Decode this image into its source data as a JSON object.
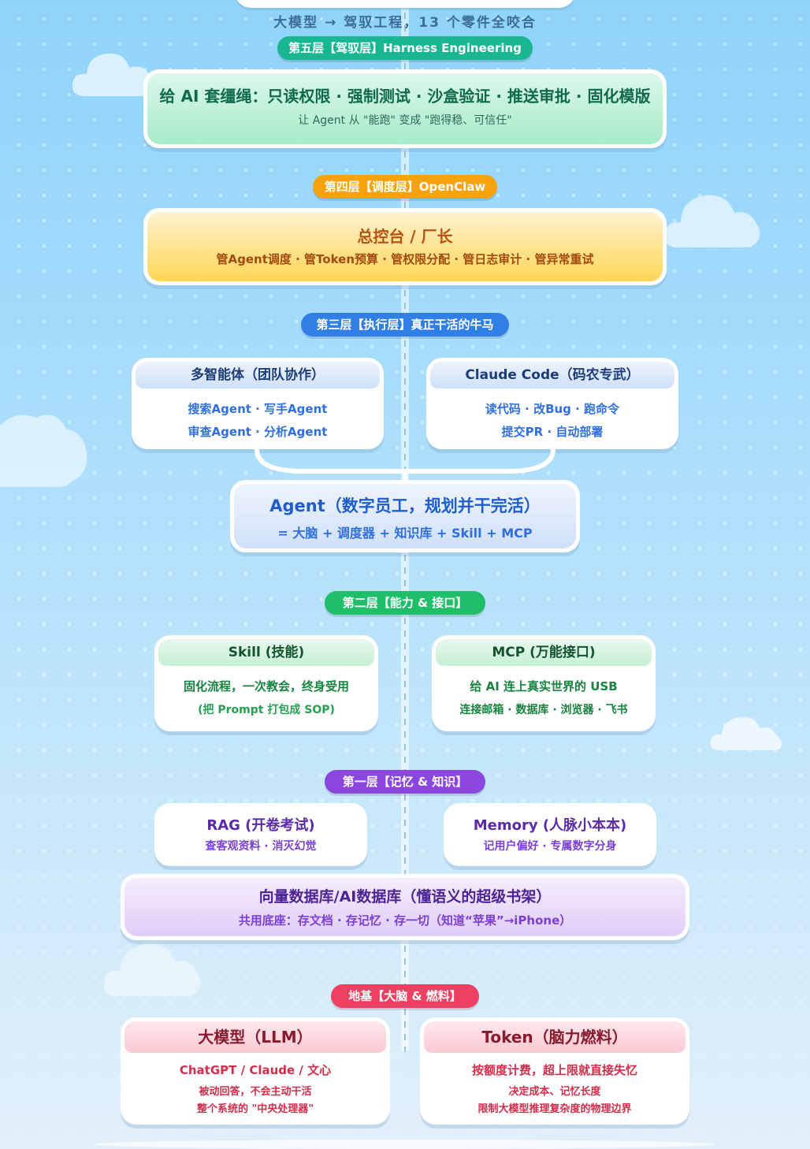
{
  "subtitle": "大模型 → 驾驭工程，13 个零件全咬合",
  "colors": {
    "layer5": "#18b792",
    "layer4": "#f5a20d",
    "layer3": "#2f7fe6",
    "layer2": "#1fbf6a",
    "layer1": "#8c46e0",
    "base": "#ee4060"
  },
  "layer5": {
    "label": "第五层【驾驭层】Harness Engineering",
    "title": "给 AI 套缰绳：只读权限 · 强制测试 · 沙盒验证 · 推送审批 · 固化模版",
    "sub": "让 Agent 从 \"能跑\" 变成 \"跑得稳、可信任\""
  },
  "layer4": {
    "label": "第四层【调度层】OpenClaw",
    "title": "总控台 / 厂长",
    "sub": "管Agent调度 · 管Token预算 · 管权限分配 · 管日志审计 · 管异常重试"
  },
  "layer3": {
    "label": "第三层【执行层】真正干活的牛马",
    "left": {
      "title": "多智能体（团队协作）",
      "line1": "搜索Agent · 写手Agent",
      "line2": "审查Agent · 分析Agent"
    },
    "right": {
      "title": "Claude Code（码农专武）",
      "line1": "读代码 · 改Bug · 跑命令",
      "line2": "提交PR · 自动部署"
    },
    "agent": {
      "title": "Agent（数字员工，规划并干完活）",
      "sub": "= 大脑 + 调度器 + 知识库 + Skill + MCP"
    }
  },
  "layer2": {
    "label": "第二层【能力 & 接口】",
    "left": {
      "title": "Skill (技能)",
      "line1": "固化流程，一次教会，终身受用",
      "line2": "(把 Prompt 打包成 SOP)"
    },
    "right": {
      "title": "MCP (万能接口)",
      "line1": "给 AI 连上真实世界的 USB",
      "line2": "连接邮箱 · 数据库 · 浏览器 · 飞书"
    }
  },
  "layer1": {
    "label": "第一层【记忆 & 知识】",
    "left": {
      "title": "RAG (开卷考试)",
      "line1": "查客观资料 · 消灭幻觉"
    },
    "right": {
      "title": "Memory (人脉小本本)",
      "line1": "记用户偏好 · 专属数字分身"
    },
    "db": {
      "title": "向量数据库/AI数据库（懂语义的超级书架）",
      "sub": "共用底座：存文档 · 存记忆 · 存一切（知道“苹果”→iPhone）"
    }
  },
  "base": {
    "label": "地基【大脑 & 燃料】",
    "left": {
      "title": "大模型（LLM）",
      "line1": "ChatGPT / Claude / 文心",
      "line2": "被动回答，不会主动干活",
      "line3": "整个系统的 \"中央处理器\""
    },
    "right": {
      "title": "Token（脑力燃料）",
      "line1": "按额度计费，超上限就直接失忆",
      "line2": "决定成本、记忆长度",
      "line3": "限制大模型推理复杂度的物理边界"
    }
  }
}
